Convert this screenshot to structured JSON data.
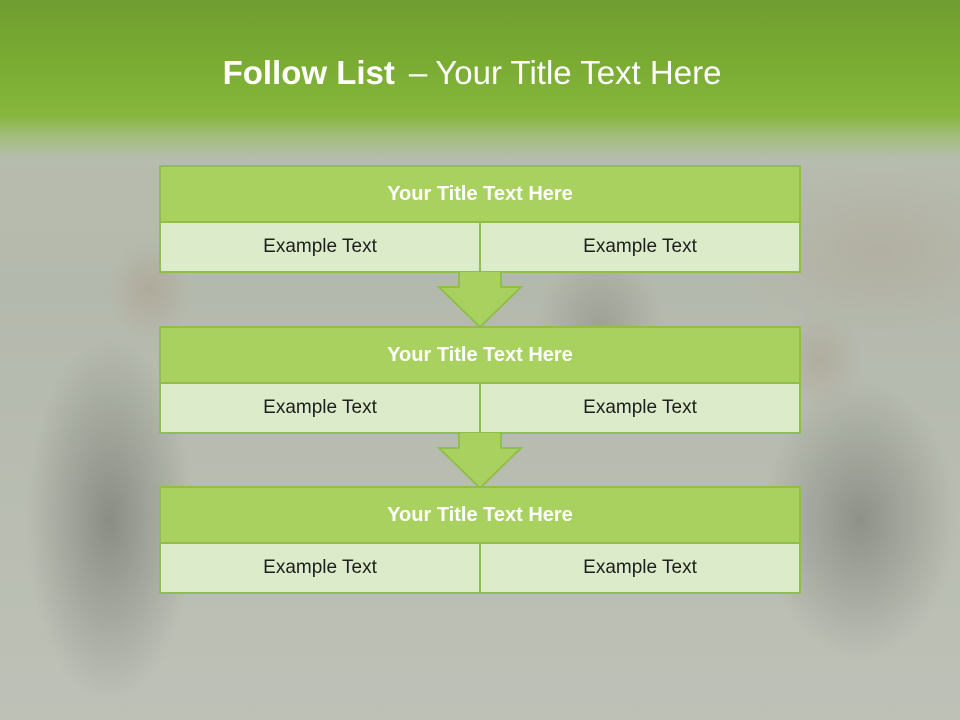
{
  "slide": {
    "title_bold": "Follow List",
    "title_separator": "–",
    "title_rest": "Your Title Text Here"
  },
  "blocks": [
    {
      "title": "Your Title Text Here",
      "cells": [
        "Example Text",
        "Example Text"
      ]
    },
    {
      "title": "Your Title Text Here",
      "cells": [
        "Example Text",
        "Example Text"
      ]
    },
    {
      "title": "Your Title Text Here",
      "cells": [
        "Example Text",
        "Example Text"
      ]
    }
  ],
  "colors": {
    "header_green": "#7aac33",
    "block_title_green": "#a8d160",
    "cell_fill": "#dcebc9",
    "border": "#8fbf4a",
    "arrow_fill": "#a8d160"
  },
  "icons": {
    "connector": "down-arrow-icon"
  }
}
